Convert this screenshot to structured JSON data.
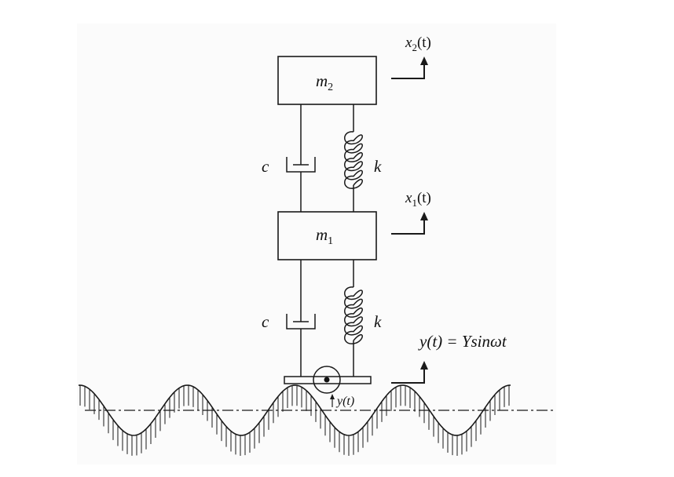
{
  "masses": {
    "upper": {
      "symbol": "m",
      "sub": "2"
    },
    "lower": {
      "symbol": "m",
      "sub": "1"
    }
  },
  "elements": {
    "upper_damper": "c",
    "upper_spring": "k",
    "lower_damper": "c",
    "lower_spring": "k"
  },
  "displacements": {
    "x2": {
      "var": "x",
      "sub": "2",
      "arg": "(t)"
    },
    "x1": {
      "var": "x",
      "sub": "1",
      "arg": "(t)"
    }
  },
  "base_excitation": {
    "lhs": "y(t) =",
    "rhs": "Ysinωt",
    "road_label": "y(t)"
  }
}
